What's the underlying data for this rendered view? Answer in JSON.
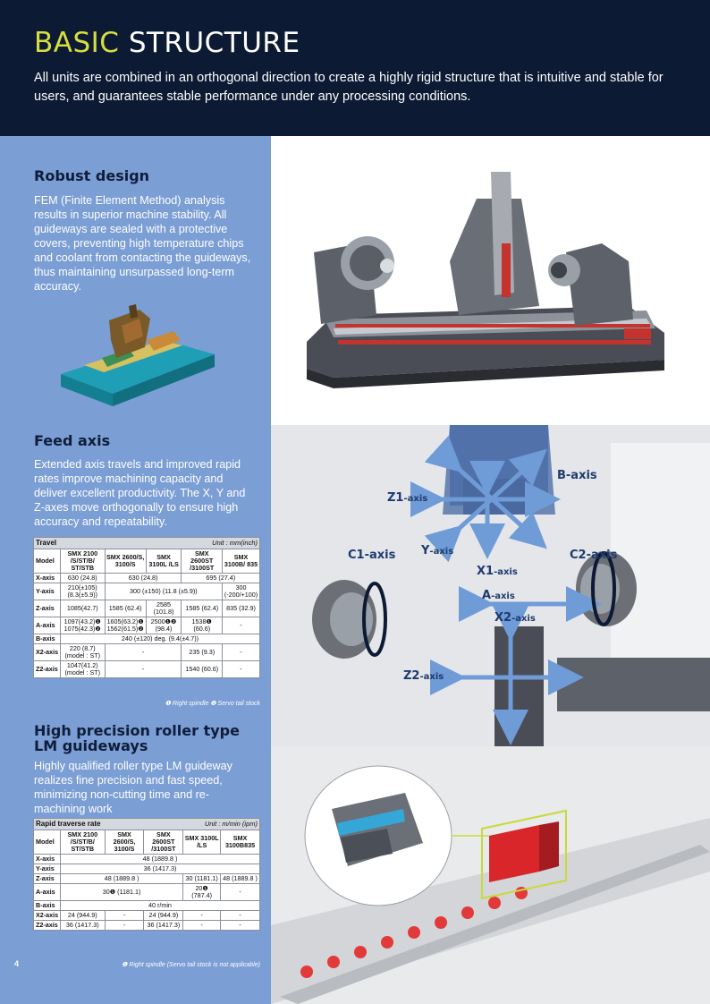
{
  "header": {
    "title_accent": "BASIC",
    "title_rest": "STRUCTURE",
    "intro": "All units are combined in an orthogonal direction to create a highly rigid structure that is intuitive and stable for users, and guarantees stable performance under any processing conditions."
  },
  "robust": {
    "title": "Robust design",
    "body": "FEM (Finite Element Method) analysis results in superior machine stability. All guideways are sealed with a protective covers, preventing high temperature chips and coolant from contacting the guideways, thus maintaining unsurpassed long-term accuracy."
  },
  "feed": {
    "title": "Feed axis",
    "body": "Extended axis travels and improved rapid rates improve  machining capacity and deliver excellent productivity. The X, Y and Z-axes move orthogonally to ensure high accuracy and repeatability."
  },
  "travel_table": {
    "caption": "Travel",
    "unit": "Unit : mm(inch)",
    "model_label": "Model",
    "models": [
      "SMX 2100 /S/ST/B/ ST/STB",
      "SMX 2600/S, 3100/S",
      "SMX 3100L /LS",
      "SMX 2600ST /3100ST",
      "SMX 3100B/ 835"
    ],
    "rows": {
      "x": {
        "label": "X-axis",
        "c1": "630 (24.8)",
        "c23": "630 (24.8)",
        "c45": "695 (27.4)"
      },
      "y": {
        "label": "Y-axis",
        "c1": "210(±105) (8.3(±5.9))",
        "c234": "300 (±150) (11.8 (±5.9))",
        "c5": "300 (-200/+100)"
      },
      "z": {
        "label": "Z-axis",
        "c1": "1085(42.7)",
        "c2": "1585 (62.4)",
        "c3": "2585 (101.8)",
        "c4": "1585 (62.4)",
        "c5": "835 (32.9)"
      },
      "a": {
        "label": "A-axis",
        "c1": "1097(43.2)❶ 1075(42.3)❷",
        "c2": "1605(63.2)❶ 1562(61.5)❷",
        "c3": "2500❶❷ (98.4)",
        "c4": "1538❶ (60.6)",
        "c5": "-"
      },
      "b": {
        "label": "B-axis",
        "c": "240 (±120) deg. (9.4(±4.7))"
      },
      "x2": {
        "label": "X2-axis",
        "c1": "220 (8.7) (model : ST)",
        "c23": "-",
        "c4": "235 (9.3)",
        "c5": "-"
      },
      "z2": {
        "label": "Z2-axis",
        "c1": "1047(41.2) (model : ST)",
        "c23": "-",
        "c4": "1540 (60.6)",
        "c5": "-"
      }
    },
    "footnote": "❶ Right spindle  ❷ Servo tail stock"
  },
  "lm": {
    "title": "High precision roller type LM guideways",
    "body": "Highly qualified roller type LM guideway realizes fine precision and fast speed, minimizing non-cutting time and re-machining work"
  },
  "rapid_table": {
    "caption": "Rapid traverse rate",
    "unit": "Unit : m/min (ipm)",
    "model_label": "Model",
    "models": [
      "SMX 2100 /S/ST/B/ ST/STB",
      "SMX 2600/S, 3100/S",
      "SMX 2600ST /3100ST",
      "SMX 3100L /LS",
      "SMX 3100B835"
    ],
    "rows": {
      "x": {
        "label": "X-axis",
        "c": "48 (1889.8 )"
      },
      "y": {
        "label": "Y-axis",
        "c": "36 (1417.3)"
      },
      "z": {
        "label": "Z-axis",
        "c123": "48 (1889.8 )",
        "c4": "30 (1181.1)",
        "c5": "48 (1889.8 )"
      },
      "a": {
        "label": "A-axis",
        "c123": "30❶ (1181.1)",
        "c4": "20❶ (787.4)",
        "c5": "-"
      },
      "b": {
        "label": "B-axis",
        "c": "40 r/min"
      },
      "x2": {
        "label": "X2-axis",
        "c1": "24 (944.9)",
        "c2": "-",
        "c3": "24 (944.9)",
        "c4": "-",
        "c5": "-"
      },
      "z2": {
        "label": "Z2-axis",
        "c1": "36 (1417.3)",
        "c2": "-",
        "c3": "36 (1417.3)",
        "c4": "-",
        "c5": "-"
      }
    },
    "footnote": "❶ Right spindle (Servo tail stock is not applicable)"
  },
  "axes": {
    "b": "B-axis",
    "z1": "Z1",
    "z1_sub": "-axis",
    "y": "Y",
    "y_sub": "-axis",
    "c1": "C1-axis",
    "x1": "X1",
    "x1_sub": "-axis",
    "c2": "C2-axis",
    "a": "A",
    "a_sub": "-axis",
    "x2": "X2",
    "x2_sub": "-axis",
    "z2": "Z2",
    "z2_sub": "-axis"
  },
  "page_number": "4",
  "colors": {
    "header_bg": "#0c1a33",
    "accent": "#d6df3f",
    "panel_bg": "#7b9ed4",
    "arrow": "#6f9bd6"
  }
}
